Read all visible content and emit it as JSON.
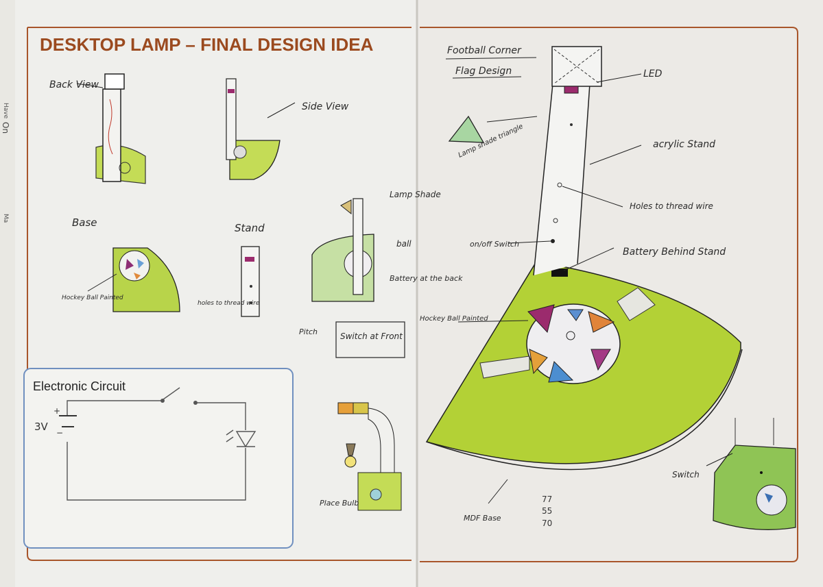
{
  "page": {
    "title": "DESKTOP LAMP – FINAL DESIGN IDEA",
    "colors": {
      "accent": "#9b4a1f",
      "frame": "#a8552a",
      "circuit_box": "#6f8fbf",
      "grass": "#b5d33a"
    }
  },
  "left_labels": {
    "back_view": "Back View",
    "side_view": "Side View",
    "base": "Base",
    "stand": "Stand",
    "hockey_ball_painted": "Hockey Ball Painted",
    "holes_to_thread_wire": "holes to thread wire",
    "lamp_shade": "Lamp Shade",
    "ball": "ball",
    "battery_at_back": "Battery at the back",
    "pitch": "Pitch",
    "switch_at_front": "Switch at Front",
    "place_bulb": "Place Bulb"
  },
  "circuit": {
    "title": "Electronic Circuit",
    "voltage": "3V",
    "plus": "+",
    "minus": "−"
  },
  "right_labels": {
    "heading_line1": "Football Corner",
    "heading_line2": "Flag Design",
    "led": "LED",
    "lamp_shade_triangle": "Lamp shade triangle",
    "acrylic_stand": "acrylic Stand",
    "holes_to_thread_wire": "Holes to thread wire",
    "on_off_switch": "on/off Switch",
    "battery_behind_stand": "Battery Behind Stand",
    "hockey_ball_painted": "Hockey Ball Painted",
    "mdf_base": "MDF Base",
    "switch": "Switch",
    "dims": [
      "77",
      "55",
      "70"
    ]
  },
  "edge_fragments": [
    "On",
    "Have",
    "Ma"
  ]
}
